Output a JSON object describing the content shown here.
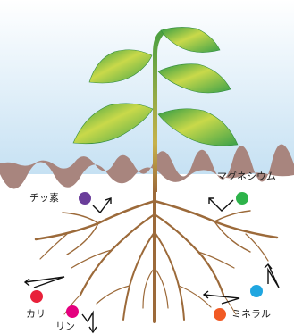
{
  "nutrients": [
    {
      "id": "nitrogen",
      "label": "チッ素",
      "color": "#6a3d9a"
    },
    {
      "id": "magnesium",
      "label": "マグネシウム",
      "color": "#2db34a"
    },
    {
      "id": "potassium",
      "label": "カリ",
      "color": "#e8213a"
    },
    {
      "id": "phosphorus",
      "label": "リン",
      "color": "#e4007f"
    },
    {
      "id": "mineral",
      "label": "ミネラル",
      "color": "#f15a24"
    },
    {
      "id": "water",
      "label": "",
      "color": "#20a6e0"
    }
  ],
  "colors": {
    "sky": "#cfe6f5",
    "soil": "#ffffff",
    "soil_surface": "#a8857e",
    "root": "#9c6a3a",
    "stem": "#7aa83a",
    "leaf_light": "#c9d94a",
    "leaf_dark": "#2f9a44",
    "arrow": "#111111"
  }
}
